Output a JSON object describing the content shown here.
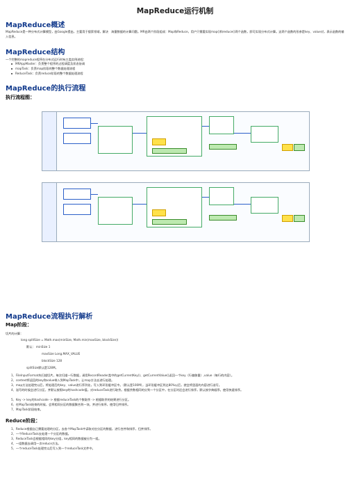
{
  "doc": {
    "title": "MapReduce运行机制",
    "overview_h": "MapReduce概述",
    "overview_text": "MapReduce是一种分布式计算模型，由Google提出，主要用于搜索领域，解决　海量数据的计算问题。MR由两个阶段组成：Map和Reduce，用户只需要实现map()和reduce()两个函数，即可实现分布式计算。这两个函数的形参是key、value对，表示函数的输入信息。",
    "structure_h": "MapReduce结构",
    "structure_intro": "一个完整的mapreduce程序在分布式运行时有三类实例进程：",
    "structure_items": [
      "MRAppMaster：负责整个程序的过程调度及状态协调",
      "mapTask：负责map阶段的整个数据处理流程",
      "ReduceTask：负责reduce阶段的整个数据处理流程"
    ],
    "flow_h": "MapReduce的执行流程",
    "flow_sub": "执行流程图：",
    "parse_h": "MapReduce流程执行解析",
    "map_h": "Map阶段：",
    "split_label": "切片的计算：",
    "code_lines": [
      "long splitSize = Math.max(minSize, Math.min(maxSize, blockSize))",
      "默认：  minSize  1",
      "maxSize  Long.MAX_VALUE",
      "blockSize  128",
      "splitSize默认是128M。"
    ],
    "map_steps": [
      "1、FileInputFormat先扫描切片，每次扫描一行数据，调用RecordReader类中的getCurrentKey()、getCurrentValue()返回一个key（行偏移量）,value（每行的内容）。",
      "2、context将返回的key和value带入到MapTask中，让map方法去进行处理。",
      "3、map方法处理完以后，将处理后的key、value进行序列化，写入到环形缓冲区中。（默认是100M），当环形缓冲区到达80%以后，就会将里面的内容进行溢写。",
      "4、溢写的时候会进行分区，并默认按照key的hashcode值，对reduceTask进行取余。根据余数相同的分到一个分区中，在分区时还会进行排序，默认按字典顺序。使用快速排序。",
      "5、Key -> key的hashcode -> 根据reduceTask的个数取余 -> 根据取余的结果进行分区。",
      "6、在MapTask结束的时候，会将相同分区的数据聚合到一块，并进行排序，使用归并排序。",
      "7、MapTask阶段结束。"
    ],
    "reduce_h": "Reduce阶段：",
    "reduce_steps": [
      "1、Reduce根据自己需要处理的分区，去各个MapTask中读取对应分区的数据，进行合并和排序，归并排序。",
      "2、一个ReduceTask去处理一个分区的数据。",
      "3、ReduceTask会根据相同的key分组，key相同的数据被分为一组。",
      "4、一组数据去调用一次reduce方法。",
      "5、一个reduceTask处理完以后写入到一个reduceTask文件中。"
    ]
  }
}
